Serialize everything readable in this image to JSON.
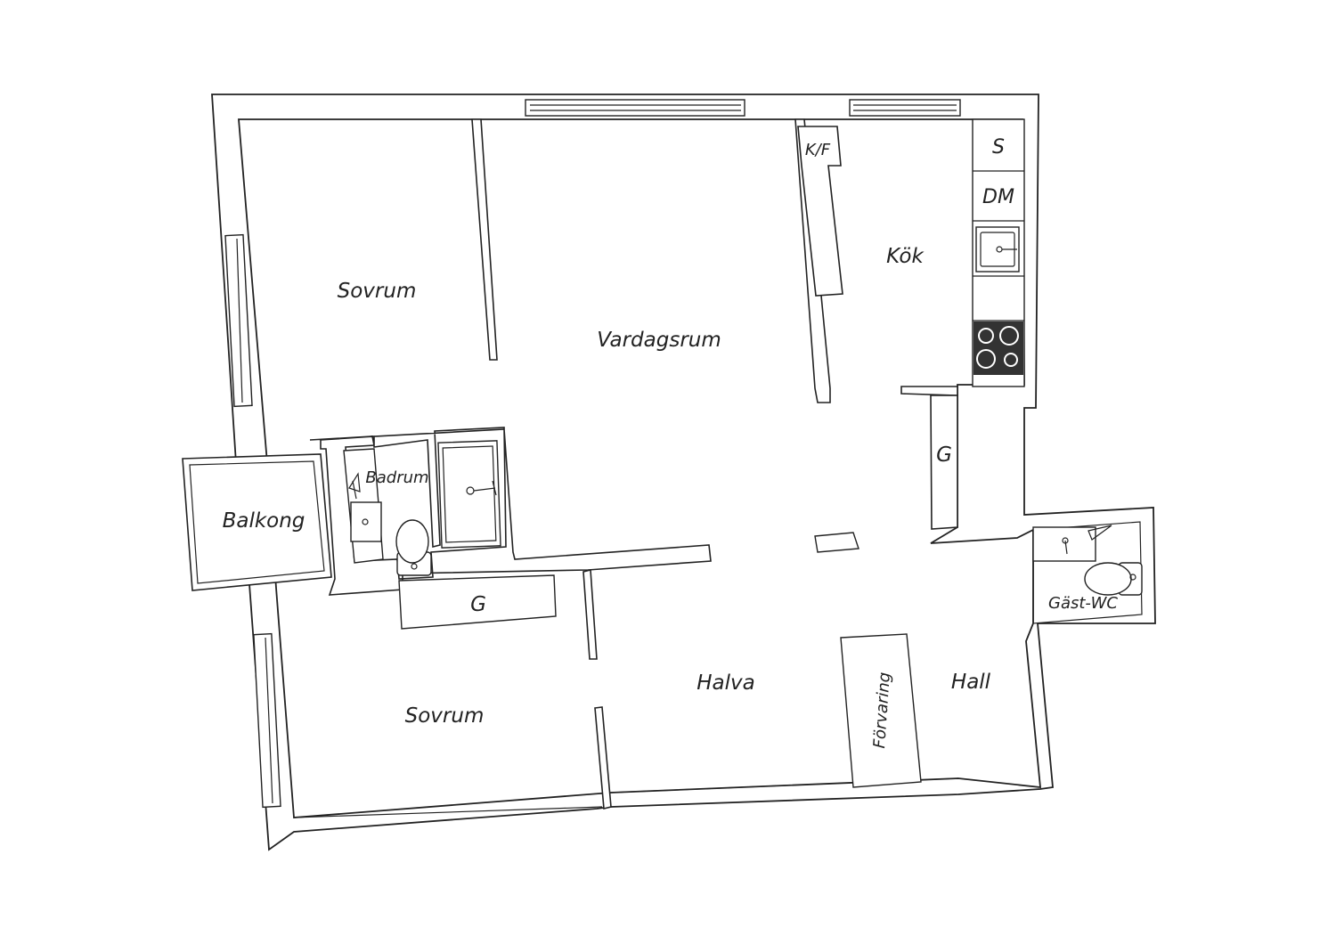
{
  "rooms": {
    "sovrum_top": "Sovrum",
    "vardagsrum": "Vardagsrum",
    "kok": "Kök",
    "balkong": "Balkong",
    "badrum": "Badrum",
    "sovrum_bottom": "Sovrum",
    "halva": "Halva",
    "forvaring": "Förvaring",
    "hall": "Hall",
    "gast_wc": "Gäst-WC",
    "garderob_hall": "G",
    "garderob_bottom": "G"
  },
  "kitchen": {
    "kf": "K/F",
    "s": "S",
    "dm": "DM"
  },
  "colors": {
    "line": "#222222",
    "stove": "#333333",
    "background": "#ffffff"
  }
}
